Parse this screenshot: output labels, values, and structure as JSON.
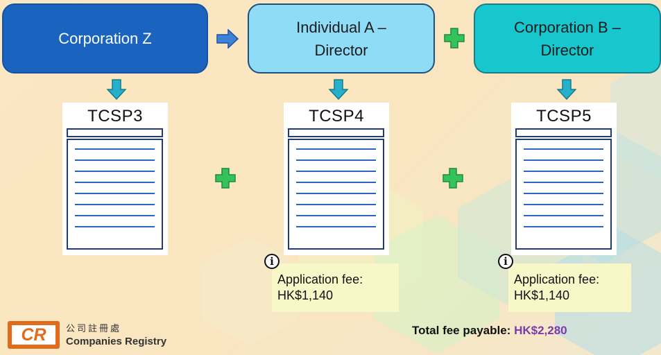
{
  "nodes": {
    "corp_z": {
      "label": "Corporation Z",
      "color": "#1a64c0"
    },
    "individual_a": {
      "label": "Individual A –\nDirector",
      "color": "#8fdcf7"
    },
    "corp_b": {
      "label": "Corporation B –\nDirector",
      "color": "#18c6cd"
    }
  },
  "forms": [
    {
      "title": "TCSP3"
    },
    {
      "title": "TCSP4"
    },
    {
      "title": "TCSP5"
    }
  ],
  "fees": [
    {
      "label": "Application fee:",
      "amount": "HK$1,140"
    },
    {
      "label": "Application fee:",
      "amount": "HK$1,140"
    }
  ],
  "info_icon": {
    "glyph": "i"
  },
  "total": {
    "label": "Total fee payable:",
    "amount": "HK$2,280"
  },
  "logo": {
    "mark": "CR",
    "chinese": "公司註冊處",
    "english": "Companies Registry"
  },
  "colors": {
    "arrow_fill": "#26b0c9",
    "plus_fill": "#34c25a",
    "accent_purple": "#7b3aa8"
  }
}
